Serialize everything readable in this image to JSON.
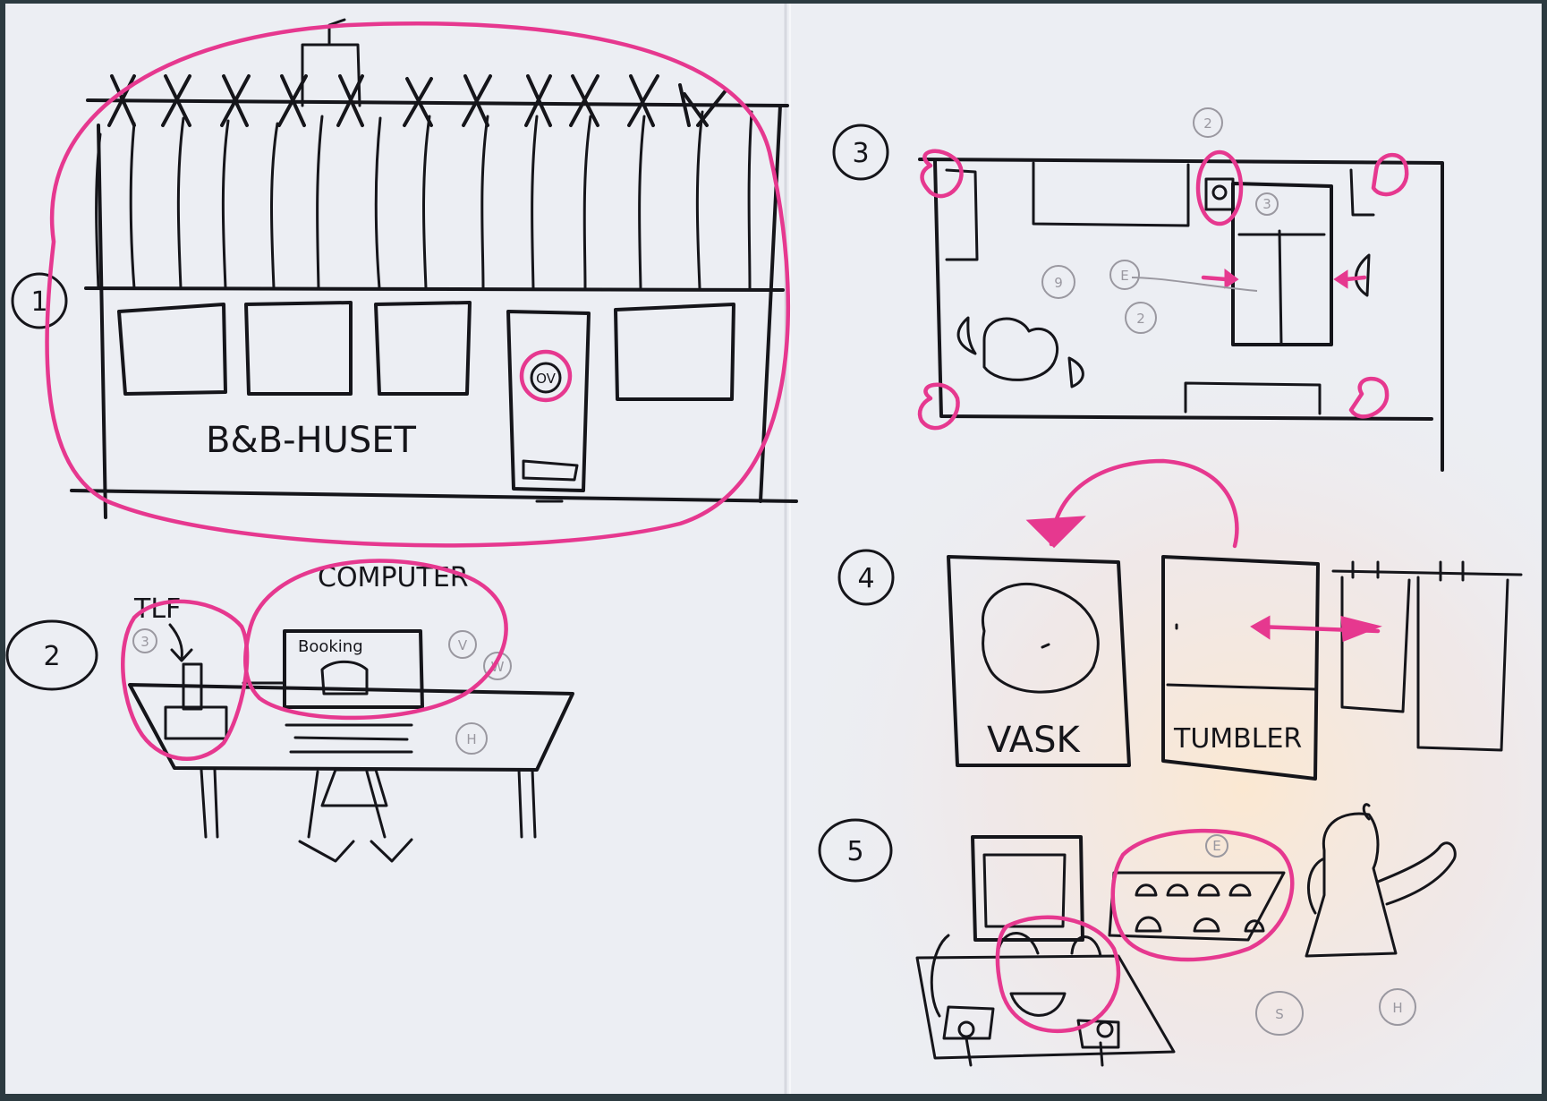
{
  "sketch": {
    "colors": {
      "paper": "#eceef3",
      "ink": "#15151a",
      "highlight": "#e6388f",
      "faint_pencil": "#9a98a0"
    },
    "scene1": {
      "number": "1",
      "sign": "B&B-HUSET",
      "door_marker": "OV"
    },
    "scene2": {
      "number": "2",
      "phone_label": "TLF",
      "phone_marker": "3",
      "computer_label": "COMPUTER",
      "screen_text": "Booking",
      "markers": [
        "V",
        "W",
        "H"
      ]
    },
    "scene3": {
      "number": "3",
      "markers": [
        "2",
        "9",
        "E",
        "2",
        "3"
      ]
    },
    "scene4": {
      "number": "4",
      "washer_label": "VASK",
      "dryer_label": "TUMBLER"
    },
    "scene5": {
      "number": "5",
      "markers": [
        "E",
        "S",
        "H"
      ]
    }
  }
}
